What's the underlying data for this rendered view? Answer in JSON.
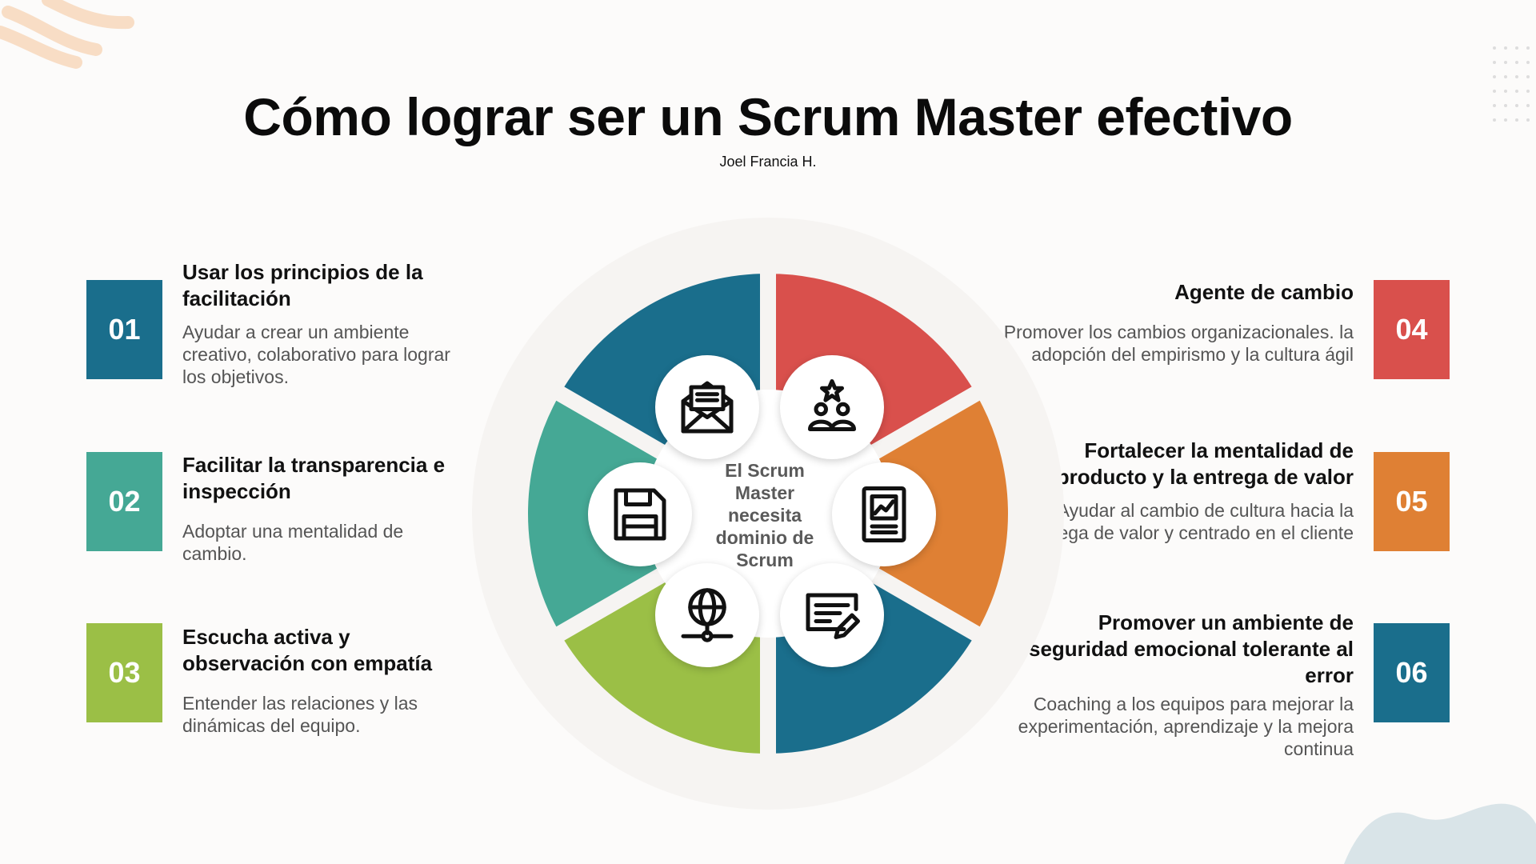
{
  "title": "Cómo lograr ser un Scrum Master efectivo",
  "subtitle": "Joel Francia H.",
  "center_label": "El Scrum Master necesita dominio de Scrum",
  "items": [
    {
      "number": "01",
      "title": "Usar los principios de la facilitación",
      "description": "Ayudar a crear un ambiente creativo, colaborativo para lograr los objetivos.",
      "color": "#1a6e8c",
      "icon": "envelope-letter-icon"
    },
    {
      "number": "02",
      "title": "Facilitar la transparencia e inspección",
      "description": "Adoptar una mentalidad de cambio.",
      "color": "#45a895",
      "icon": "save-disk-icon"
    },
    {
      "number": "03",
      "title": "Escucha activa y observación con empatía",
      "description": "Entender las relaciones y las dinámicas del equipo.",
      "color": "#9bbf46",
      "icon": "globe-network-icon"
    },
    {
      "number": "04",
      "title": "Agente de cambio",
      "description": "Promover los cambios organizacionales. la adopción del empirismo y la cultura ágil",
      "color": "#d9504c",
      "icon": "team-star-icon"
    },
    {
      "number": "05",
      "title": "Fortalecer la mentalidad de producto y la entrega de valor",
      "description": "Ayudar al cambio de cultura hacia la entrega de valor y centrado en el cliente",
      "color": "#df8034",
      "icon": "report-chart-icon"
    },
    {
      "number": "06",
      "title": "Promover un ambiente de seguridad emocional tolerante al error",
      "description": "Coaching a los equipos para mejorar la experimentación, aprendizaje y la mejora continua",
      "color": "#1a6e8c",
      "icon": "edit-document-icon"
    }
  ],
  "decor_colors": {
    "accent_peach": "#f6d6b8",
    "accent_blue": "#d9e4e8"
  }
}
